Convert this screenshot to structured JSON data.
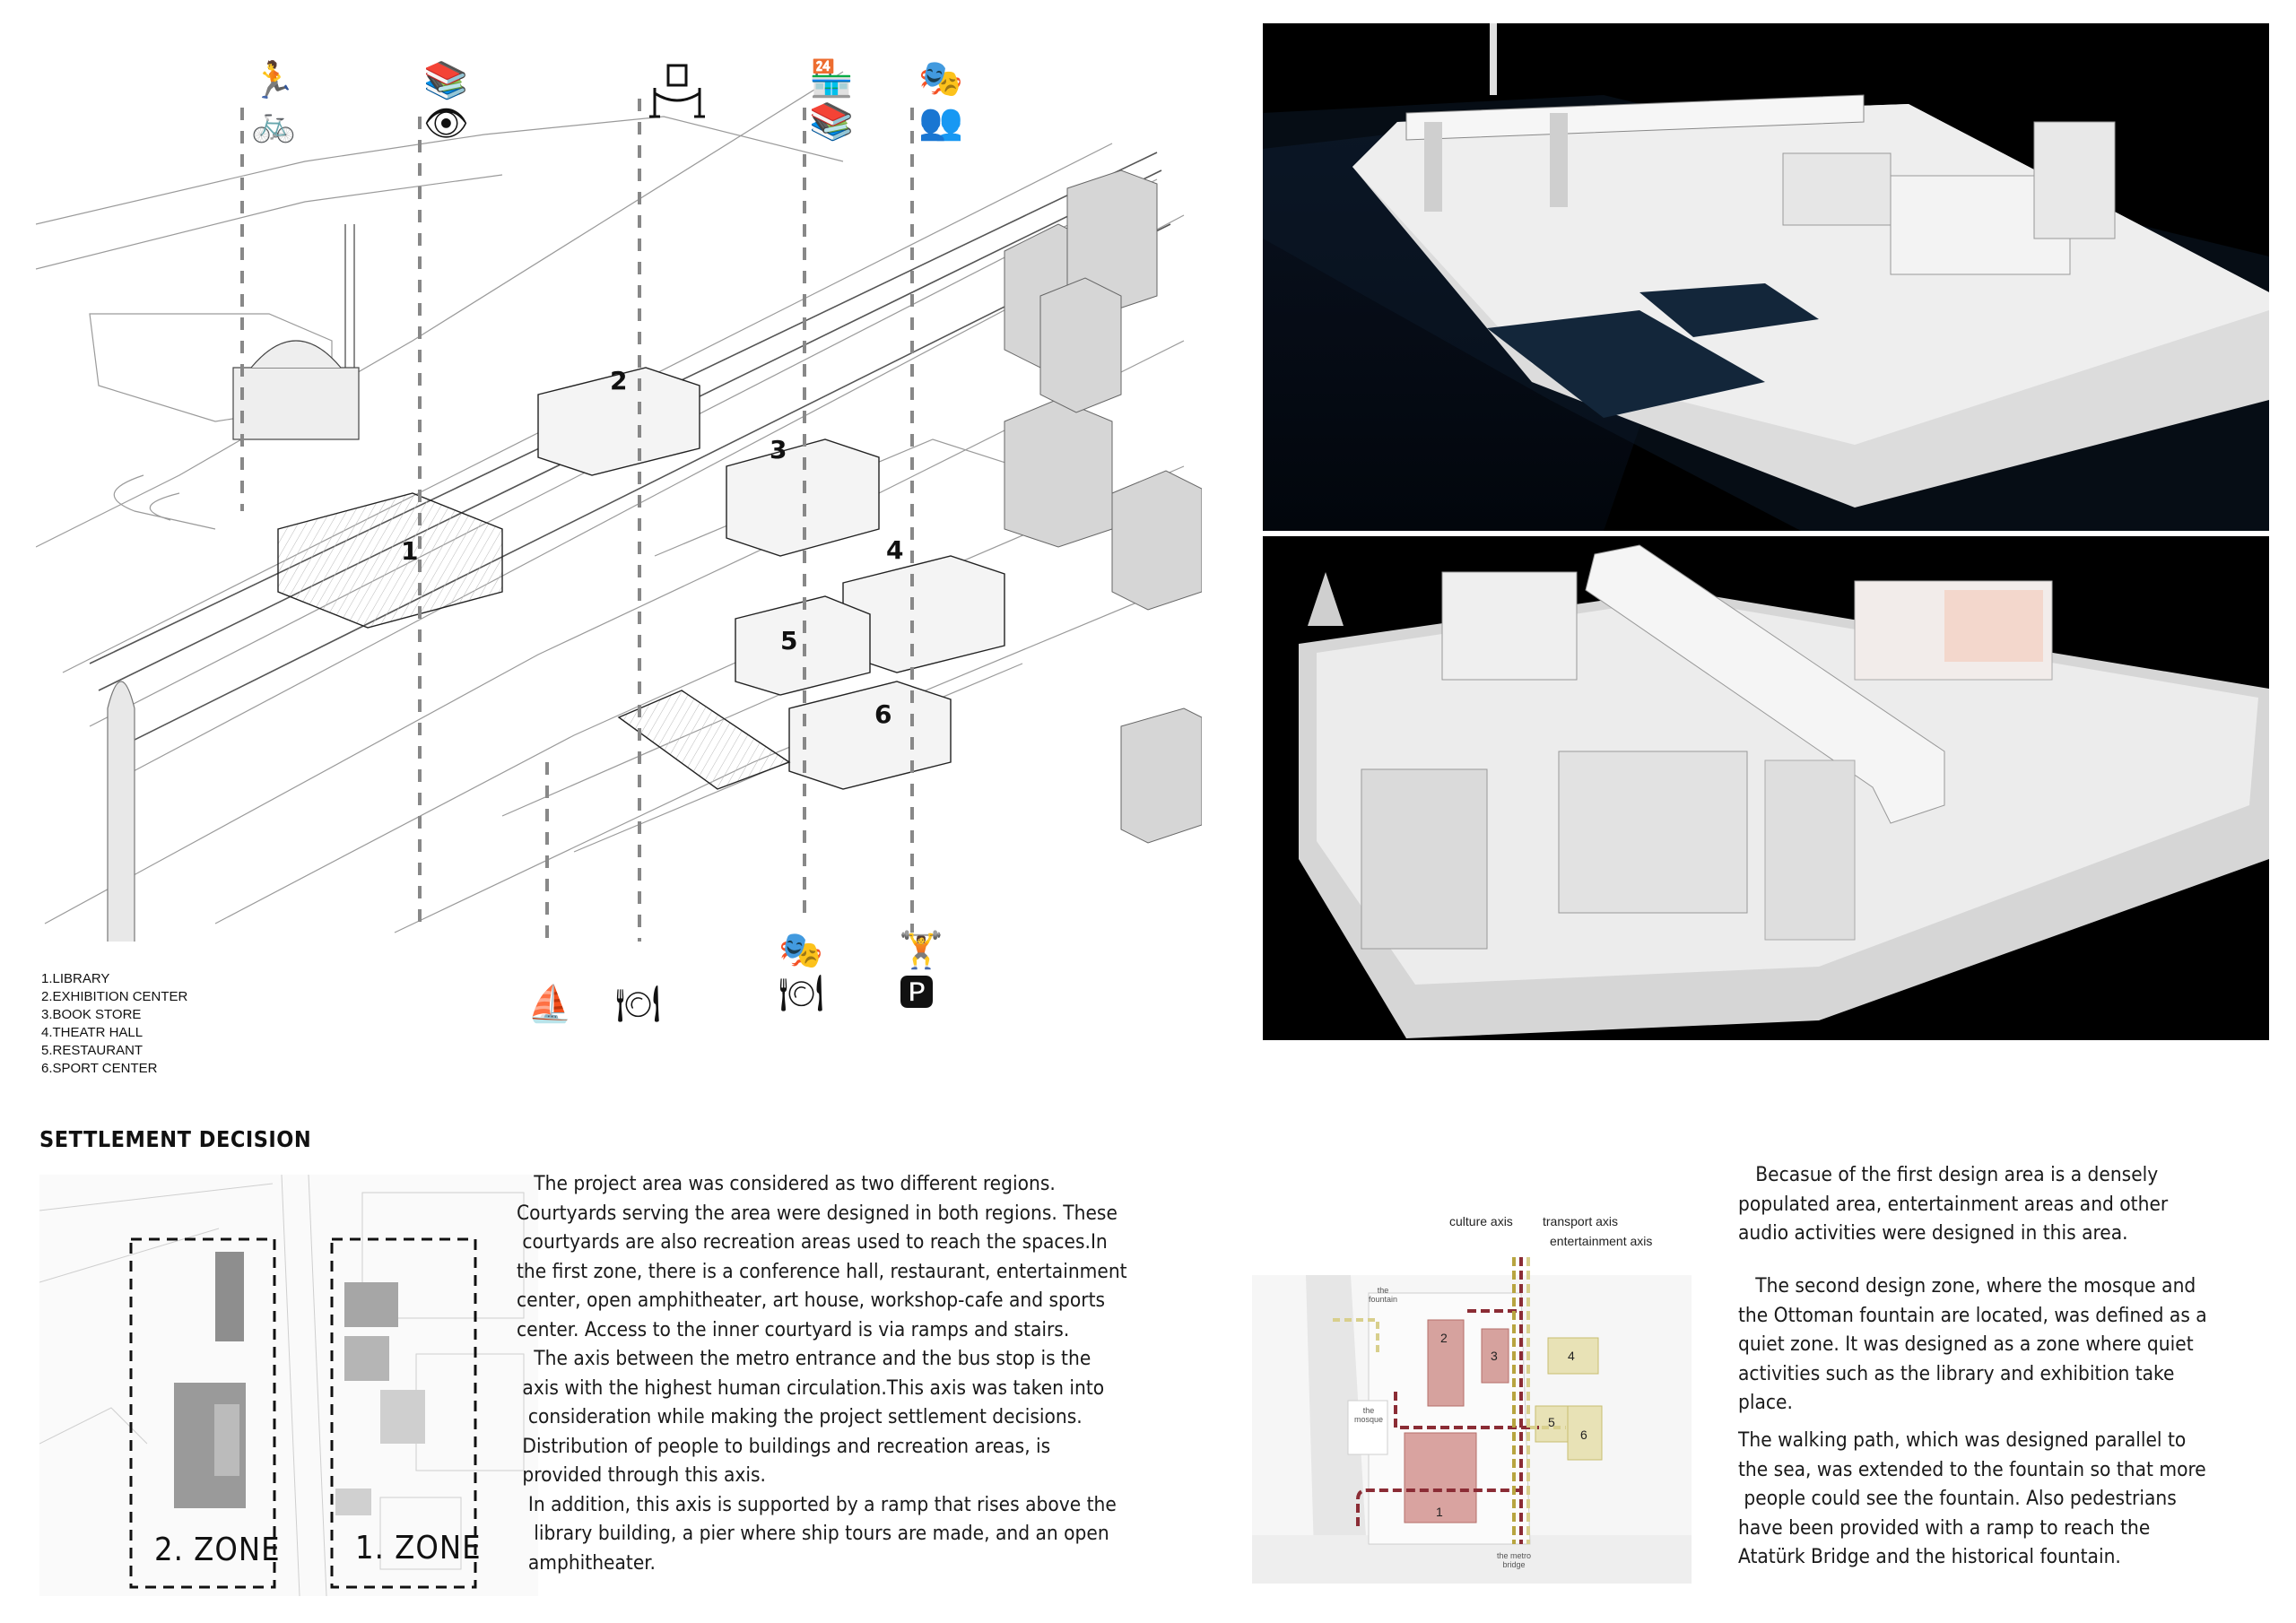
{
  "icons": {
    "top": [
      [
        "running-icon",
        "bicycle-icon"
      ],
      [
        "books-icon",
        "eye-icon"
      ],
      [
        "exhibition-frame-icon"
      ],
      [
        "shop-icon",
        "books-icon"
      ],
      [
        "theatre-masks-icon",
        "audience-icon"
      ]
    ],
    "bottom": [
      [
        "sailboat-icon"
      ],
      [
        "dining-icon"
      ],
      [
        "theatre-masks-icon",
        "dining-icon"
      ],
      [
        "dumbbell-icon",
        "parking-icon"
      ]
    ]
  },
  "building_numbers": [
    "1",
    "2",
    "3",
    "4",
    "5",
    "6"
  ],
  "legend": [
    "1.LIBRARY",
    "2.EXHIBITION CENTER",
    "3.BOOK STORE",
    "4.THEATR HALL",
    "5.RESTAURANT",
    "6.SPORT CENTER"
  ],
  "settlement": {
    "title": "SETTLEMENT DECISION",
    "zone2": "2. ZONE",
    "zone1": "1. ZONE",
    "paragraph_left": [
      "   The project area was considered as two different regions.",
      "Courtyards serving the area were designed in both regions. These",
      " courtyards are also recreation areas used to reach the spaces.In",
      "the first zone, there is a conference hall, restaurant, entertainment",
      "center, open amphitheater, art house, workshop-cafe and sports",
      "center. Access to the inner courtyard is via ramps and stairs.",
      "   The axis between the metro entrance and the bus stop is the",
      " axis with the highest human circulation.This axis was taken into",
      "  consideration while making the project settlement decisions.",
      " Distribution of people to buildings and recreation areas, is",
      " provided through this axis.",
      "  In addition, this axis is supported by a ramp that rises above the",
      "   library building, a pier where ship tours are made, and an open",
      "  amphitheater."
    ],
    "paragraph_right_1": [
      "   Becasue of the first design area is a densely",
      "populated area, entertainment areas and other",
      "audio activities were designed in this area."
    ],
    "paragraph_right_2": [
      "   The second design zone, where the mosque and",
      "the Ottoman fountain are located, was defined as a",
      "quiet zone. It was designed as a zone where quiet",
      "activities such as the library and exhibition take",
      "place."
    ],
    "paragraph_right_3": [
      "The walking path, which was designed parallel to",
      "the sea, was extended to the fountain so that more",
      " people could see the fountain. Also pedestrians",
      "have been provided with a ramp to reach the",
      "Atatürk Bridge and the historical fountain."
    ]
  },
  "axis_diagram": {
    "culture_axis": "culture axis",
    "transport_axis": "transport axis",
    "entertainment_axis": "entertainment axis",
    "the_fountain": "the fountain",
    "the_mosque": "the mosque",
    "the_metro_bridge": "the metro bridge",
    "blocks": [
      "1",
      "2",
      "3",
      "4",
      "5",
      "6"
    ],
    "colors": {
      "culture": "#8b2c35",
      "transport": "#b8a540",
      "entertainment": "#d8cf8c",
      "block_red": "#cf9a98",
      "block_yellow": "#e3ddb0"
    }
  }
}
